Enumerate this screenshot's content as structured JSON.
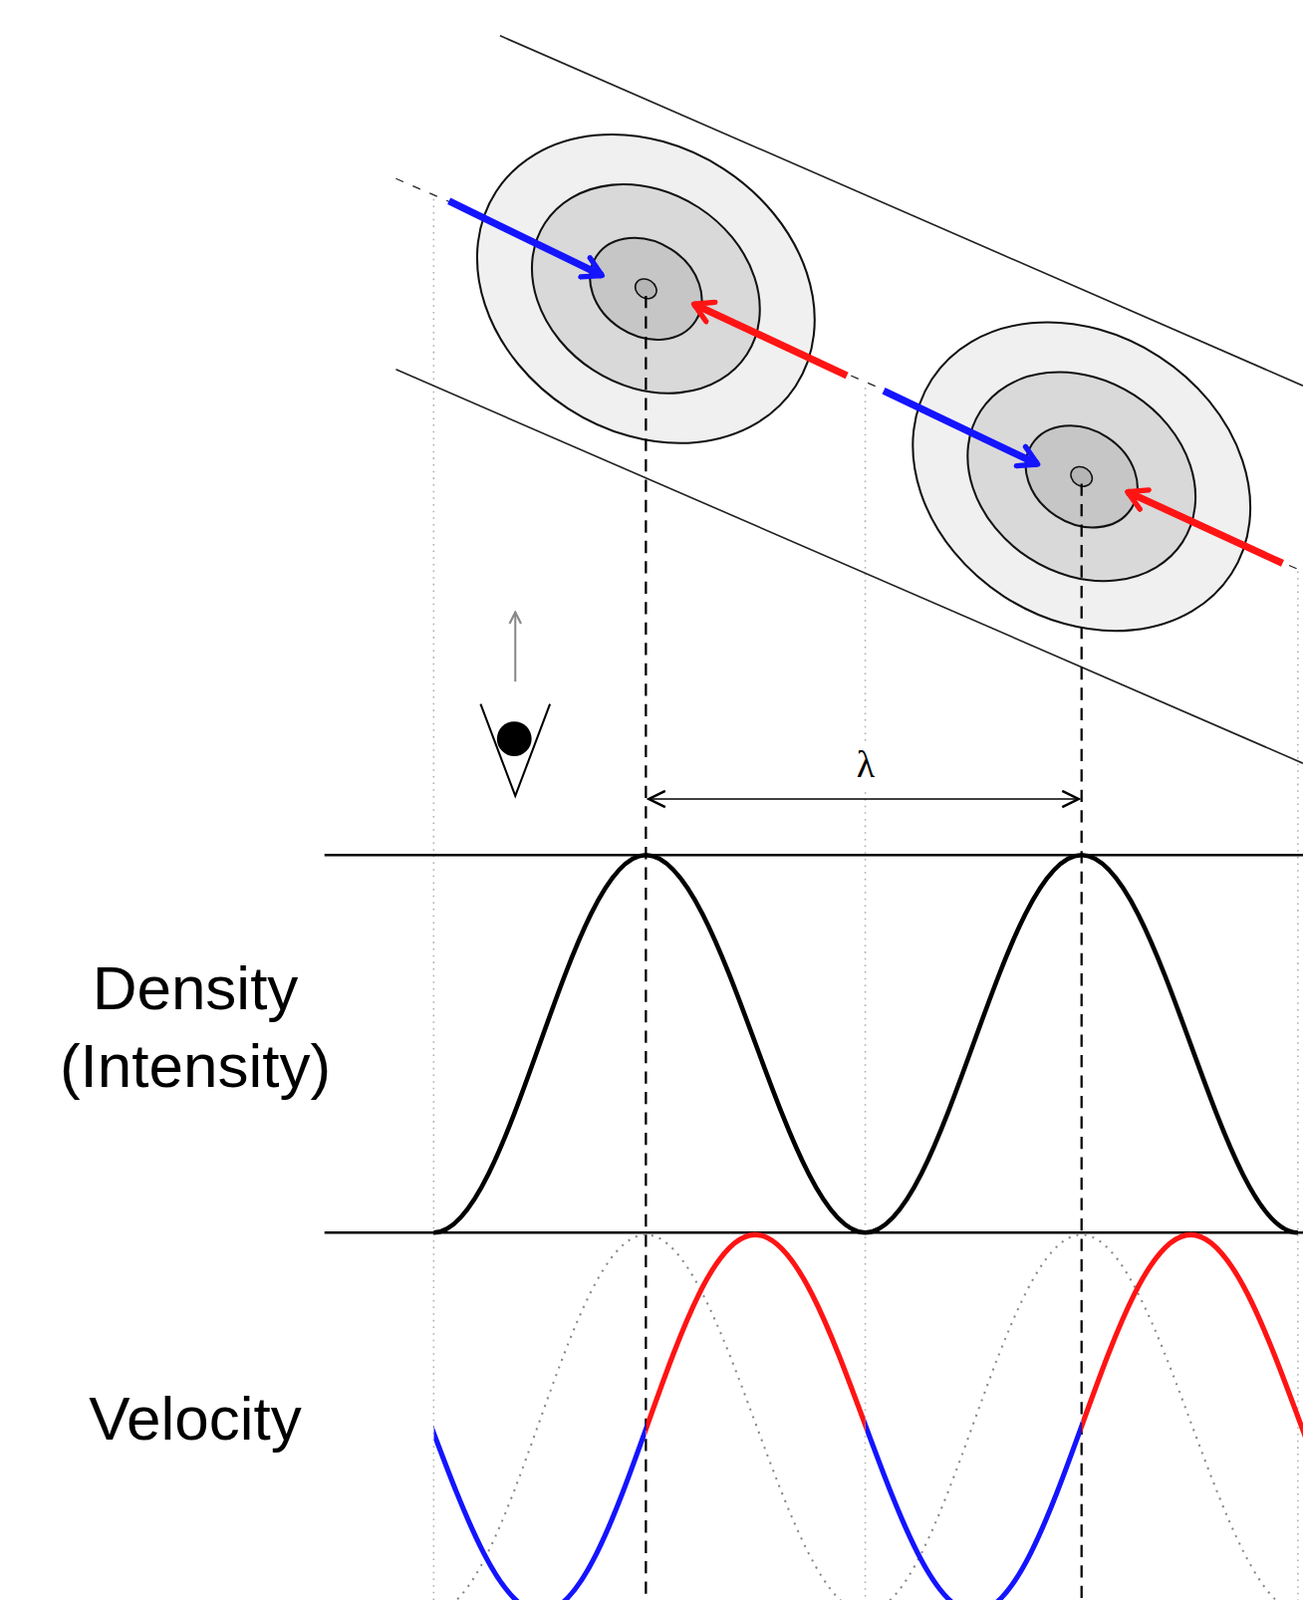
{
  "diagram": {
    "labels": [
      "λ",
      "Density (Intensity)",
      "Velocity"
    ]
  }
}
